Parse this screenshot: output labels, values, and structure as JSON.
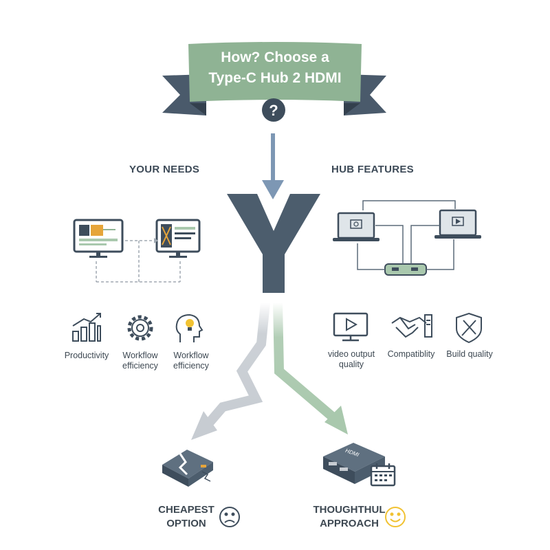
{
  "banner": {
    "line1": "How? Choose a",
    "line2": "Type-C Hub 2 HDMI",
    "question_mark": "?"
  },
  "center_letter": "Y",
  "left_section": {
    "heading": "YOUR NEEDS",
    "items": [
      {
        "label": "Productivity",
        "icon": "bar-chart-icon"
      },
      {
        "label_line1": "Workflow",
        "label_line2": "efficiency",
        "icon": "gear-icon"
      },
      {
        "label_line1": "Workflow",
        "label_line2": "efficiency",
        "icon": "lightbulb-head-icon"
      }
    ]
  },
  "right_section": {
    "heading": "HUB FEATURES",
    "items": [
      {
        "label_line1": "video output",
        "label_line2": "quality",
        "icon": "monitor-play-icon"
      },
      {
        "label": "Compatiblity",
        "icon": "handshake-icon"
      },
      {
        "label": "Build quality",
        "icon": "shield-wrench-icon"
      }
    ]
  },
  "outcomes": {
    "left": {
      "line1": "CHEAPEST",
      "line2": "OPTION",
      "emoji": "sad-face-icon"
    },
    "right": {
      "line1": "THOUGHTHUL",
      "line2": "APPROACH",
      "emoji": "happy-face-icon"
    }
  },
  "hub_label": "HDMI",
  "colors": {
    "banner_green": "#8fb394",
    "ribbon_dark": "#4a5a6b",
    "y_letter": "#4c5d6d",
    "arrow_blue": "#7d97b4",
    "green_path": "#a9c8ad",
    "grey_path": "#c7ccd2",
    "accent_orange": "#e6a53a",
    "accent_yellow": "#f1c232"
  }
}
